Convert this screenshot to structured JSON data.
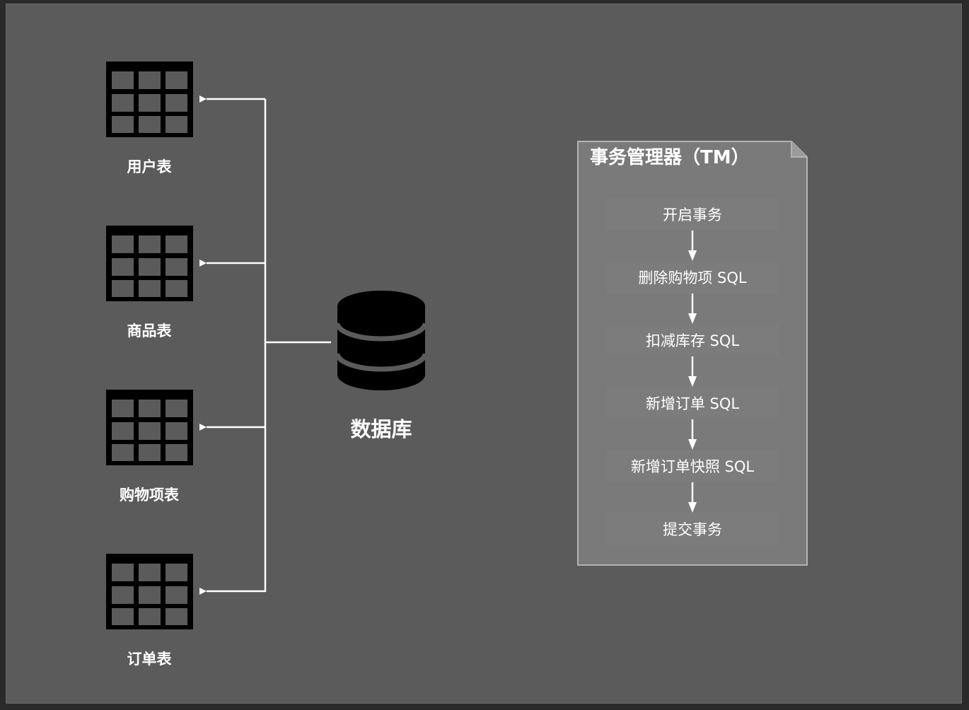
{
  "tables": [
    {
      "id": "user",
      "label": "用户表"
    },
    {
      "id": "product",
      "label": "商品表"
    },
    {
      "id": "cart",
      "label": "购物项表"
    },
    {
      "id": "order",
      "label": "订单表"
    }
  ],
  "database": {
    "label": "数据库"
  },
  "tm": {
    "title": "事务管理器（TM）",
    "steps": [
      "开启事务",
      "删除购物项 SQL",
      "扣减库存 SQL",
      "新增订单 SQL",
      "新增订单快照 SQL",
      "提交事务"
    ]
  },
  "colors": {
    "background": "#5b5b5b",
    "line": "#ffffff",
    "icon": "#000000",
    "tm_panel": "#7a7a7a",
    "step_box": "#7c7c7c"
  },
  "icons": {
    "table": "table-grid-icon",
    "database": "database-cylinder-icon"
  }
}
